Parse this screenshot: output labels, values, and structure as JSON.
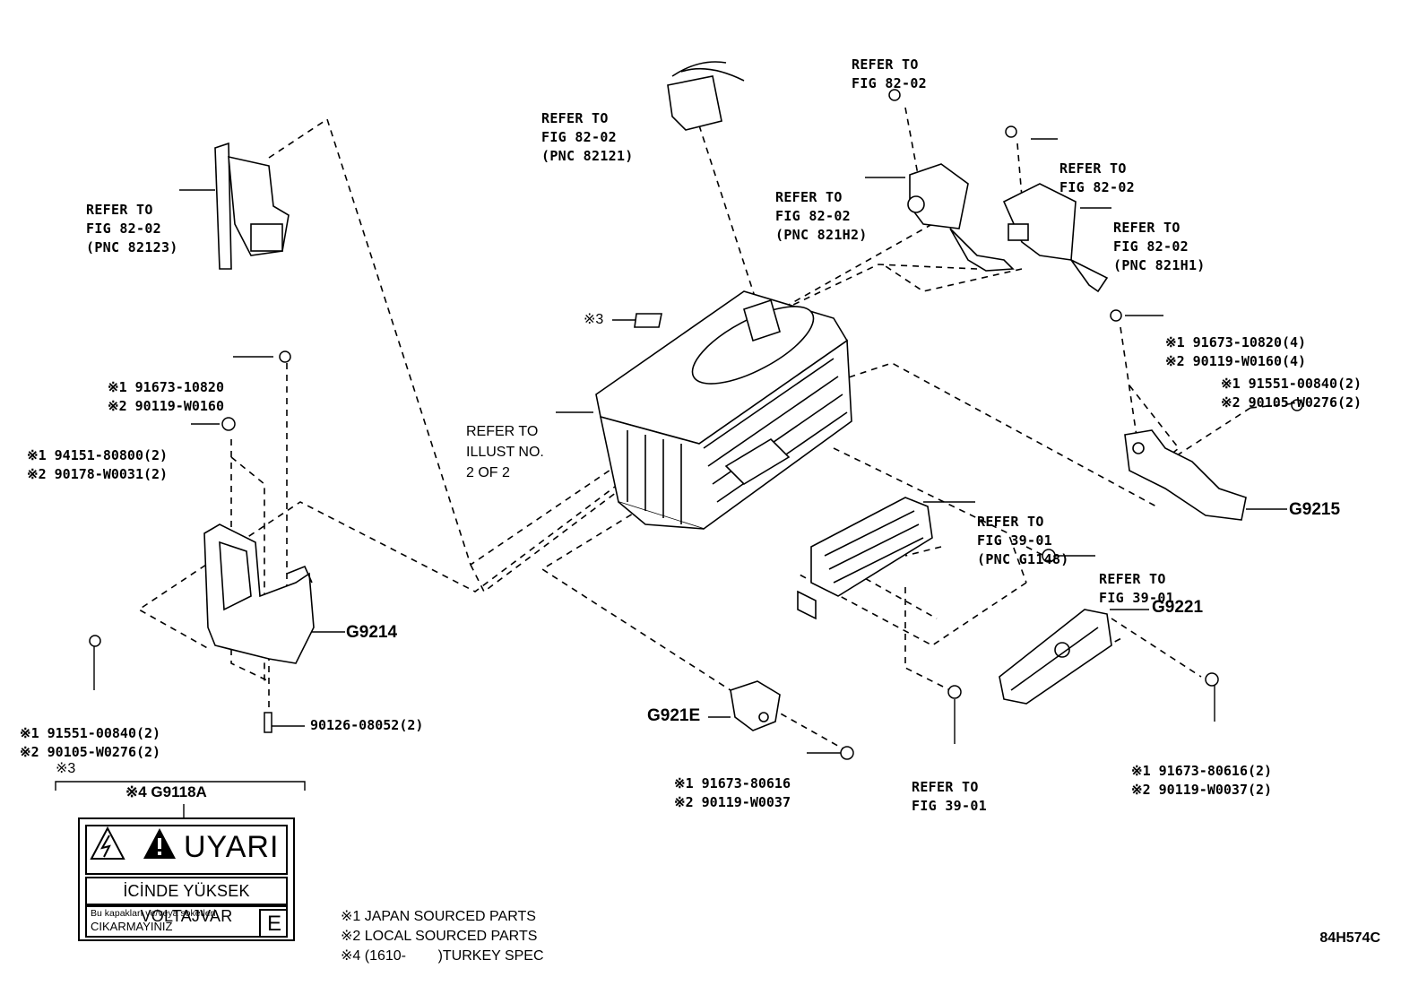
{
  "refs": {
    "fig8202_top": [
      "REFER TO",
      "FIG 82-02"
    ],
    "fig8202_82121": [
      "REFER TO",
      "FIG 82-02",
      "(PNC 82121)"
    ],
    "fig8202_82123": [
      "REFER TO",
      "FIG 82-02",
      "(PNC 82123)"
    ],
    "fig8202_821h2": [
      "REFER TO",
      "FIG 82-02",
      "(PNC 821H2)"
    ],
    "fig8202_right": [
      "REFER TO",
      "FIG 82-02"
    ],
    "fig8202_821h1": [
      "REFER TO",
      "FIG 82-02",
      "(PNC 821H1)"
    ],
    "illust": [
      "REFER TO",
      "ILLUST NO.",
      "2 OF 2"
    ],
    "fig3901_g1148": [
      "REFER TO",
      "FIG 39-01",
      "(PNC G1148)"
    ],
    "fig3901_right": [
      "REFER TO",
      "FIG 39-01"
    ],
    "fig3901_bottom": [
      "REFER TO",
      "FIG 39-01"
    ]
  },
  "parts": {
    "p_91673_10820": [
      "※1 91673-10820",
      "※2 90119-W0160"
    ],
    "p_94151": [
      "※1 94151-80800(2)",
      "※2 90178-W0031(2)"
    ],
    "p_91551_left": [
      "※1 91551-00840(2)",
      "※2 90105-W0276(2)"
    ],
    "p_90126": "90126-08052(2)",
    "p_91673_10820_4": [
      "※1 91673-10820(4)",
      "※2 90119-W0160(4)"
    ],
    "p_91551_right": [
      "※1 91551-00840(2)",
      "※2 90105-W0276(2)"
    ],
    "p_91673_80616_mid": [
      "※1 91673-80616",
      "※2 90119-W0037"
    ],
    "p_91673_80616_right": [
      "※1 91673-80616(2)",
      "※2 90119-W0037(2)"
    ]
  },
  "codes": {
    "g9214": "G9214",
    "g9215": "G9215",
    "g9221": "G9221",
    "g921e": "G921E",
    "g9118a": "※4 G9118A"
  },
  "marks": {
    "note3": "※3",
    "note3_bracket": "※3"
  },
  "warning_label": {
    "title": "UYARI",
    "line2": "İCİNDE YÜKSEK VOLTAJVAR",
    "line3a": "Bu kapakları ve/veya soketleri",
    "line3b": "CIKARMAYINIZ",
    "code": "E"
  },
  "notes": [
    "※1 JAPAN SOURCED PARTS",
    "※2 LOCAL SOURCED PARTS",
    "※4 (1610-        )TURKEY SPEC"
  ],
  "illustration_code": "84H574C"
}
